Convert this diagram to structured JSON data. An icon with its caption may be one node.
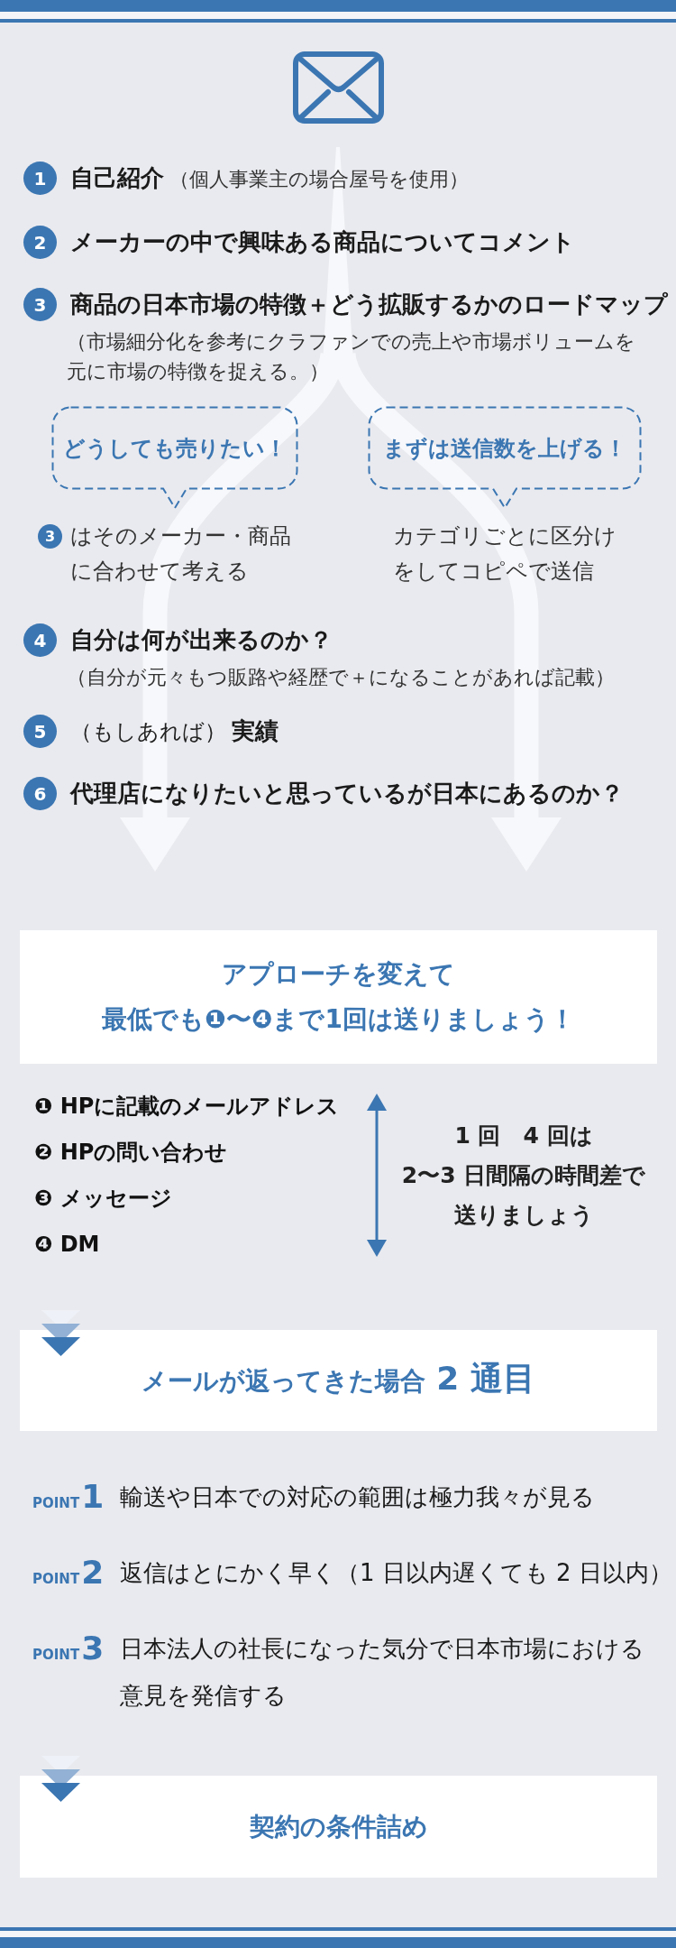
{
  "diagram": {
    "nodes": [
      {
        "text": [
          "1"
        ],
        "beside": [
          "自己紹介",
          "（個人事業主の場合屋号を使用）"
        ]
      },
      {
        "text": [
          "2"
        ],
        "beside": [
          "メーカーの中で興味ある商品についてコメント"
        ]
      },
      {
        "text": [
          "3"
        ],
        "beside": [
          "商品の日本市場の特徴＋どう拡販するかのロードマップ",
          "（市場細分化を参考にクラファンでの売上や市場ボリュームを元に市場の特徴を捉える。）"
        ]
      },
      {
        "text": [
          "どうしても売りたい！"
        ]
      },
      {
        "text": [
          "3"
        ],
        "beside": [
          "はそのメーカー・商品に合わせて考える"
        ]
      },
      {
        "text": [
          "まずは送信数を上げる！"
        ],
        "beside": [
          "カテゴリごとに区分けをしてコピペで送信"
        ]
      },
      {
        "text": [
          "4"
        ],
        "beside": [
          "自分は何が出来るのか？",
          "（自分が元々もつ販路や経歴で＋になることがあれば記載）"
        ]
      },
      {
        "text": [
          "5"
        ],
        "beside": [
          "（もしあれば）",
          "実績"
        ]
      },
      {
        "text": [
          "6"
        ],
        "beside": [
          "代理店になりたいと思っているが日本にあるのか？"
        ]
      },
      {
        "text": [
          "アプローチを変えて最低でも❶〜❹まで1回は送りましょう！"
        ]
      },
      {
        "text": [
          "メールが返ってきた場合",
          "2 通目"
        ]
      },
      {
        "text": [
          "契約の条件詰め"
        ]
      }
    ],
    "labels": [
      "❶ HPに記載のメールアドレス",
      "❷ HPの問い合わせ",
      "❸ メッセージ",
      "❹ DM",
      "1 回　4 回は2〜3 日間隔の時間差で送りましょう",
      "POINT",
      "1",
      "輸送や日本での対応の範囲は極力我々が見る",
      "POINT",
      "2",
      "返信はとにかく早く（1 日以内遅くても 2 日以内）",
      "POINT",
      "3",
      "日本法人の社長になった気分で日本市場における意見を発信する"
    ]
  }
}
